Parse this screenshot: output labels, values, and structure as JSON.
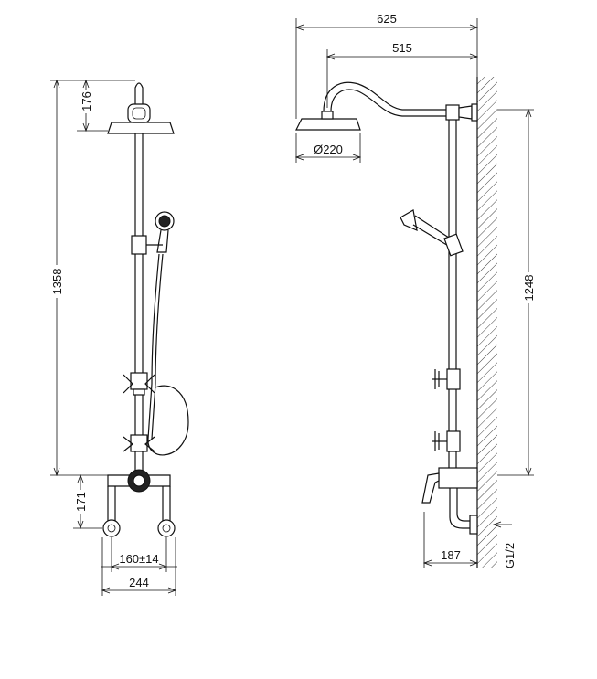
{
  "colors": {
    "line": "#111111",
    "background": "#ffffff"
  },
  "front_view": {
    "dim_total_height": "1358",
    "dim_head_height": "176",
    "dim_mixer_height": "171",
    "dim_inlet_spacing": "160±14",
    "dim_total_width": "244"
  },
  "side_view": {
    "dim_total_reach": "625",
    "dim_arm_reach": "515",
    "dim_head_diameter": "Ø220",
    "dim_riser_height": "1248",
    "dim_wall_offset": "187",
    "dim_thread": "G1/2"
  }
}
